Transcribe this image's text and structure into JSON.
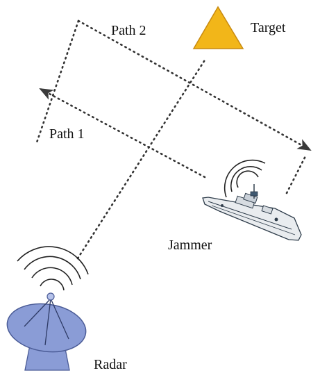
{
  "labels": {
    "target": "Target",
    "jammer": "Jammer",
    "radar": "Radar",
    "path1": "Path 1",
    "path2": "Path 2"
  },
  "colors": {
    "target_fill": "#F2B619",
    "target_stroke": "#C88A10",
    "radar_fill": "#8A9CD6",
    "radar_stroke": "#4A5B96",
    "ship_hull": "#E9ECEF",
    "ship_stroke": "#2F3D4B",
    "dotted_line": "#333333",
    "arrowhead": "#3A3A3A"
  },
  "icons": {
    "target": "triangle-icon",
    "jammer": "warship-icon",
    "radar": "radar-dish-icon"
  }
}
